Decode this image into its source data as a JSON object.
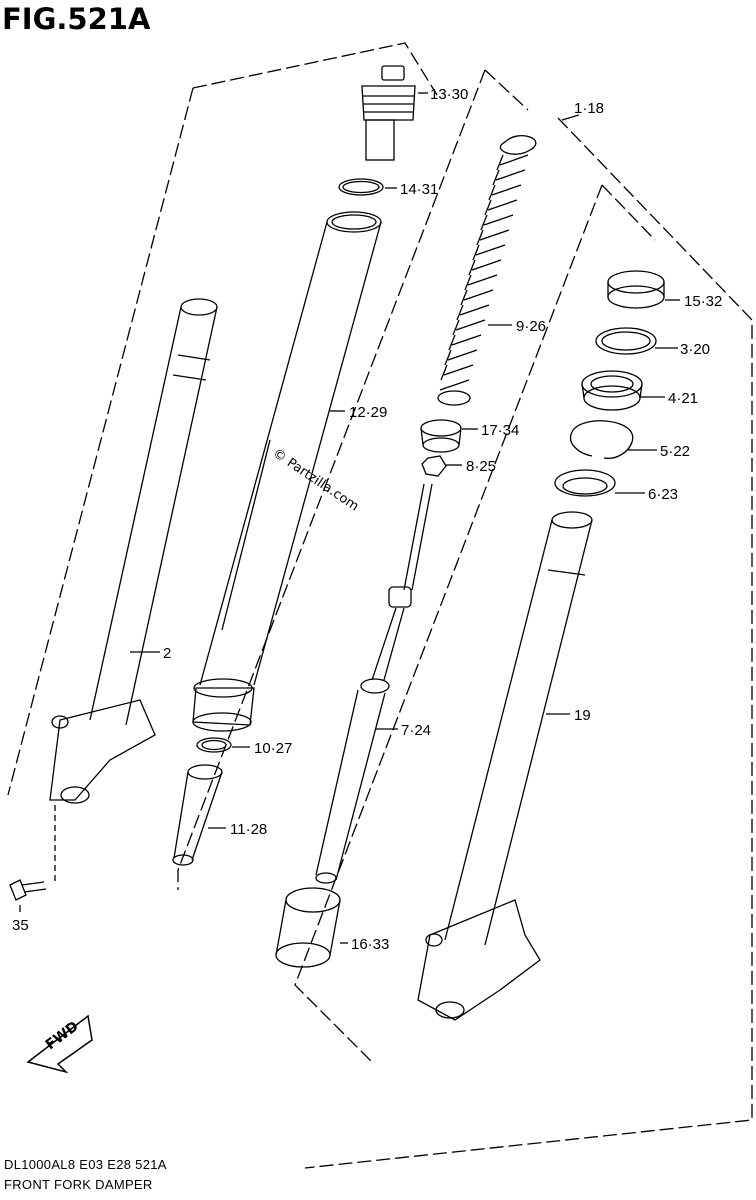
{
  "figure_title": "FIG.521A",
  "watermark": "© Partzilla.com",
  "fwd_label": "FWD",
  "footer": {
    "model_code": "DL1000AL8  E03  E28  521A",
    "assembly_name": "FRONT FORK DAMPER"
  },
  "callouts": {
    "c13": "13·30",
    "c14": "14·31",
    "c1": "1·18",
    "c15": "15·32",
    "c3": "3·20",
    "c4": "4·21",
    "c5": "5·22",
    "c6": "6·23",
    "c9": "9·26",
    "c12": "12·29",
    "c17": "17·34",
    "c8": "8·25",
    "c2": "2",
    "c19": "19",
    "c7": "7·24",
    "c10": "10·27",
    "c11": "11·28",
    "c16": "16·33",
    "c35": "35"
  }
}
